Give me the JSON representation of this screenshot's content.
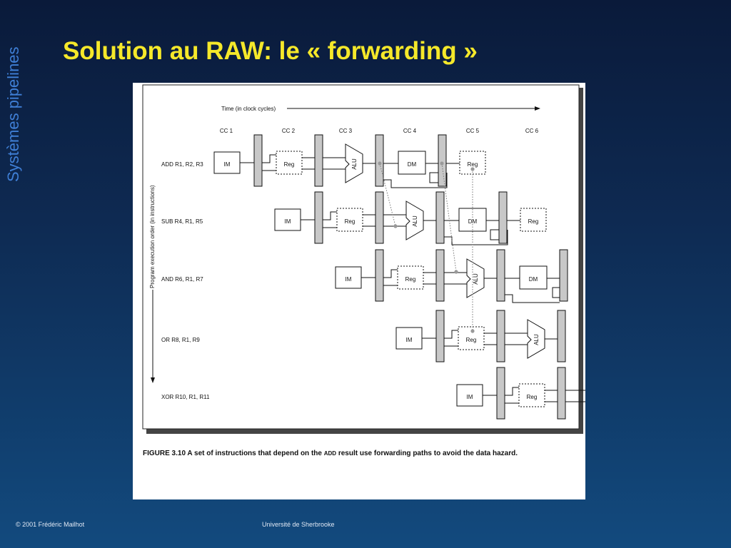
{
  "side_title": "Systèmes pipelines",
  "title": "Solution au RAW: le « forwarding »",
  "figure": {
    "time_label": "Time (in clock cycles)",
    "y_axis_label": "Program execution order (in instructions)",
    "clock_cycles": [
      "CC 1",
      "CC 2",
      "CC 3",
      "CC 4",
      "CC 5",
      "CC 6"
    ],
    "stages": {
      "im": "IM",
      "reg": "Reg",
      "alu": "ALU",
      "dm": "DM"
    },
    "instructions": [
      "ADD   R1, R2, R3",
      "SUB R4, R1, R5",
      "AND R6, R1, R7",
      "OR R8, R1, R9",
      "XOR R10, R1, R11"
    ],
    "caption_prefix": "FIGURE 3.10  A set of instructions that depend on the ",
    "caption_sc": "ADD",
    "caption_suffix": " result use forwarding paths to avoid the data hazard."
  },
  "footer": {
    "left": "© 2001 Frédéric Mailhot",
    "center": "Université de Sherbrooke"
  },
  "colors": {
    "title": "#f5e82a",
    "side_title": "#3f7fd6",
    "pipeline_register": "#c8c8c8"
  }
}
